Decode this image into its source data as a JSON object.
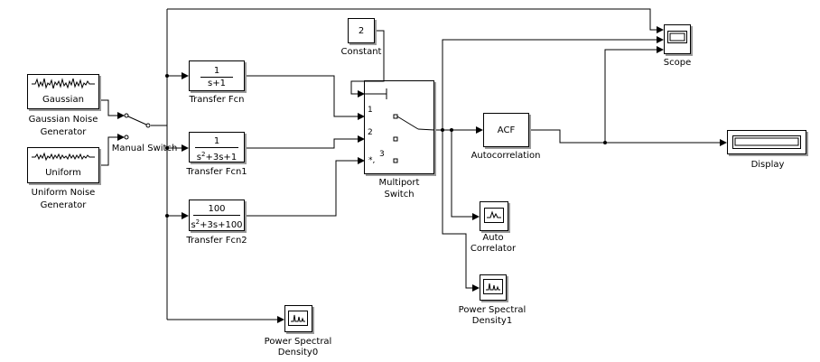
{
  "blocks": {
    "gaussian": {
      "inner": "Gaussian",
      "label1": "Gaussian Noise",
      "label2": "Generator",
      "icon": "noise-waveform-icon"
    },
    "uniform": {
      "inner": "Uniform",
      "label1": "Uniform Noise",
      "label2": "Generator",
      "icon": "noise-waveform-icon"
    },
    "manual_switch": {
      "label": "Manual Switch"
    },
    "tf1": {
      "num": "1",
      "den_pre": "s+1",
      "den_sup": "",
      "den_post": "",
      "label": "Transfer Fcn"
    },
    "tf2": {
      "num": "1",
      "den_pre": "s",
      "den_sup": "2",
      "den_post": "+3s+1",
      "label": "Transfer Fcn1"
    },
    "tf3": {
      "num": "100",
      "den_pre": "s",
      "den_sup": "2",
      "den_post": "+3s+100",
      "label": "Transfer Fcn2"
    },
    "constant": {
      "value": "2",
      "label": "Constant"
    },
    "multiport": {
      "label1": "Multiport",
      "label2": "Switch",
      "port1": "1",
      "port2": "2",
      "port3": "3",
      "port3_prefix": "*,"
    },
    "acf": {
      "inner": "ACF",
      "label": "Autocorrelation"
    },
    "scope": {
      "label": "Scope",
      "icon": "scope-screen-icon"
    },
    "display": {
      "label": "Display",
      "icon": "display-readout-icon"
    },
    "autocorr": {
      "label1": "Auto",
      "label2": "Correlator",
      "icon": "correlator-plot-icon"
    },
    "psd0": {
      "label1": "Power Spectral",
      "label2": "Density0",
      "icon": "spectrum-plot-icon"
    },
    "psd1": {
      "label1": "Power Spectral",
      "label2": "Density1",
      "icon": "spectrum-plot-icon"
    }
  },
  "colors": {
    "line": "#000000",
    "shadow": "#9a9a9a",
    "background": "#ffffff"
  }
}
